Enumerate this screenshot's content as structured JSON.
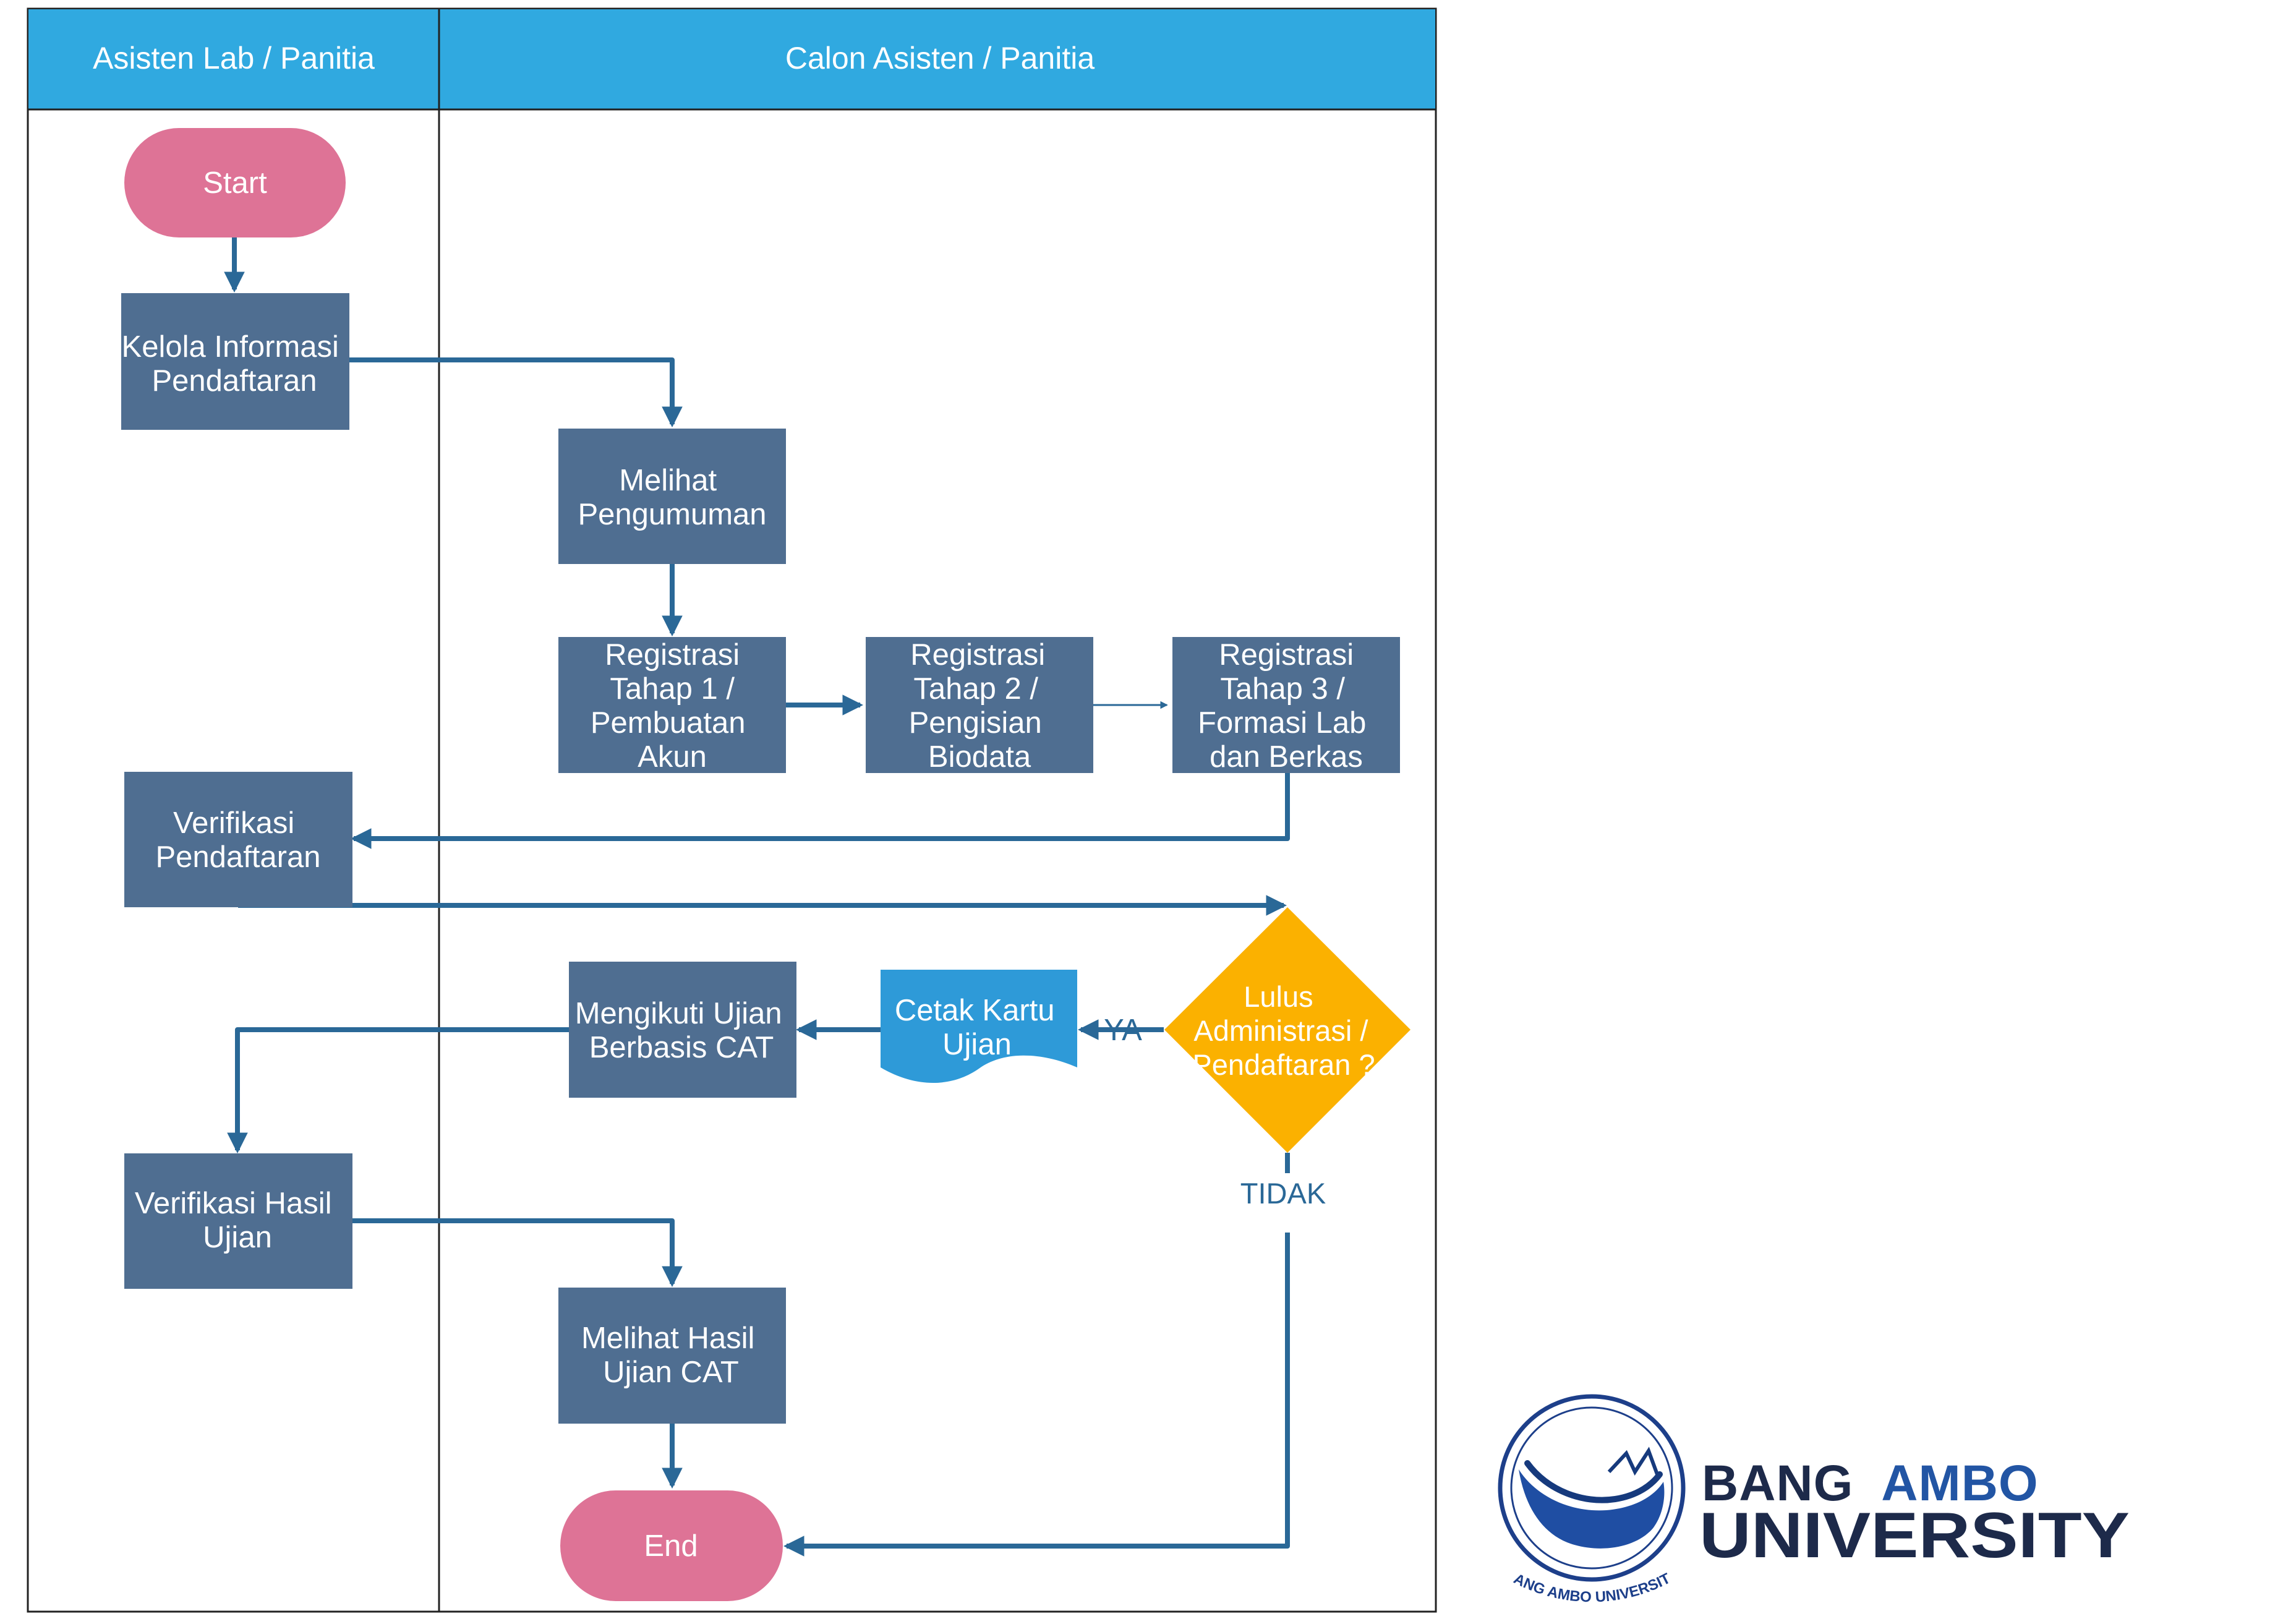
{
  "lanes": [
    {
      "title": "Asisten Lab / Panitia"
    },
    {
      "title": "Calon Asisten / Panitia"
    }
  ],
  "nodes": {
    "start": {
      "lines": [
        "Start"
      ]
    },
    "kelola": {
      "lines": [
        "Kelola Informasi",
        "Pendaftaran"
      ]
    },
    "melihat_pengumuman": {
      "lines": [
        "Melihat",
        "Pengumuman"
      ]
    },
    "reg1": {
      "lines": [
        "Registrasi",
        "Tahap 1 /",
        "Pembuatan",
        "Akun"
      ]
    },
    "reg2": {
      "lines": [
        "Registrasi",
        "Tahap 2 /",
        "Pengisian",
        "Biodata"
      ]
    },
    "reg3": {
      "lines": [
        "Registrasi",
        "Tahap 3 /",
        "Formasi Lab",
        "dan Berkas"
      ]
    },
    "verifikasi": {
      "lines": [
        "Verifikasi",
        "Pendaftaran"
      ]
    },
    "lulus": {
      "lines": [
        "Lulus",
        "Administrasi /",
        "Pendaftaran ?"
      ]
    },
    "cetak": {
      "lines": [
        "Cetak Kartu",
        "Ujian"
      ]
    },
    "mengikuti": {
      "lines": [
        "Mengikuti Ujian",
        "Berbasis CAT"
      ]
    },
    "verifikasi_hasil": {
      "lines": [
        "Verifikasi Hasil",
        "Ujian"
      ]
    },
    "melihat_hasil": {
      "lines": [
        "Melihat Hasil",
        "Ujian CAT"
      ]
    },
    "end": {
      "lines": [
        "End"
      ]
    }
  },
  "edge_labels": {
    "yes": "YA",
    "no": "TIDAK"
  },
  "logo": {
    "line1a": "BANG",
    "line1b": "AMBO",
    "line2": "UNIVERSITY",
    "ring_text": "BANG AMBO UNIVERSITY"
  },
  "colors": {
    "header": "#30a9e0",
    "process": "#4f6e91",
    "terminal": "#de7396",
    "decision": "#fbb100",
    "document": "#2e9ad8",
    "edge": "#2a6897",
    "logo_navy": "#1d2a4a",
    "logo_blue": "#2255a4"
  }
}
